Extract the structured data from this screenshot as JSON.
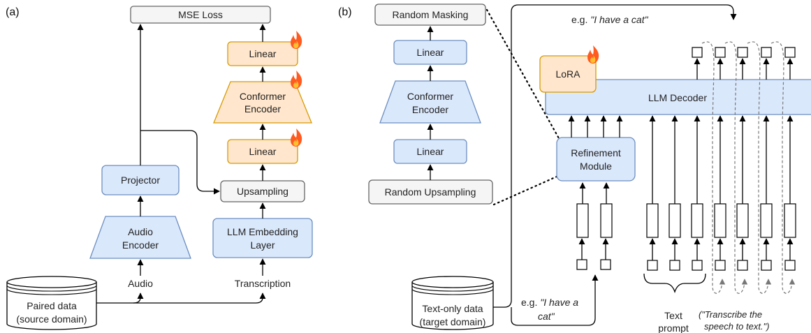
{
  "panel_a": {
    "label": "(a)",
    "mse_loss": "MSE Loss",
    "linear_top": "Linear",
    "conformer_line1": "Conformer",
    "conformer_line2": "Encoder",
    "linear_mid": "Linear",
    "upsampling": "Upsampling",
    "projector": "Projector",
    "audio_encoder_line1": "Audio",
    "audio_encoder_line2": "Encoder",
    "llm_embed_line1": "LLM Embedding",
    "llm_embed_line2": "Layer",
    "audio": "Audio",
    "transcription": "Transcription",
    "paired_line1": "Paired data",
    "paired_line2": "(source domain)"
  },
  "panel_b": {
    "label": "(b)",
    "random_masking": "Random Masking",
    "linear_top": "Linear",
    "conformer_line1": "Conformer",
    "conformer_line2": "Encoder",
    "linear_bottom": "Linear",
    "random_upsampling": "Random Upsampling",
    "example_top_prefix": "e.g. ",
    "example_top_quote": "\"I have a cat\"",
    "lora": "LoRA",
    "llm_decoder": "LLM Decoder",
    "refinement_line1": "Refinement",
    "refinement_line2": "Module",
    "textonly_line1": "Text-only data",
    "textonly_line2": "(target domain)",
    "example_bottom_prefix": "e.g. ",
    "example_bottom_quote_line1": "\"I have a",
    "example_bottom_quote_line2": "cat\"",
    "text_prompt_line1": "Text",
    "text_prompt_line2": "prompt",
    "prompt_quote_line1": "(\"Transcribe the",
    "prompt_quote_line2": "speech to text.\")"
  },
  "colors": {
    "frozen_fill": "#dae8fc",
    "frozen_stroke": "#6c8ebf",
    "trainable_fill": "#ffe6cc",
    "trainable_stroke": "#d79b00",
    "neutral_fill": "#f5f5f5",
    "flame": "#ff5a1f"
  },
  "icons": [
    "fire-icon",
    "database-icon"
  ]
}
